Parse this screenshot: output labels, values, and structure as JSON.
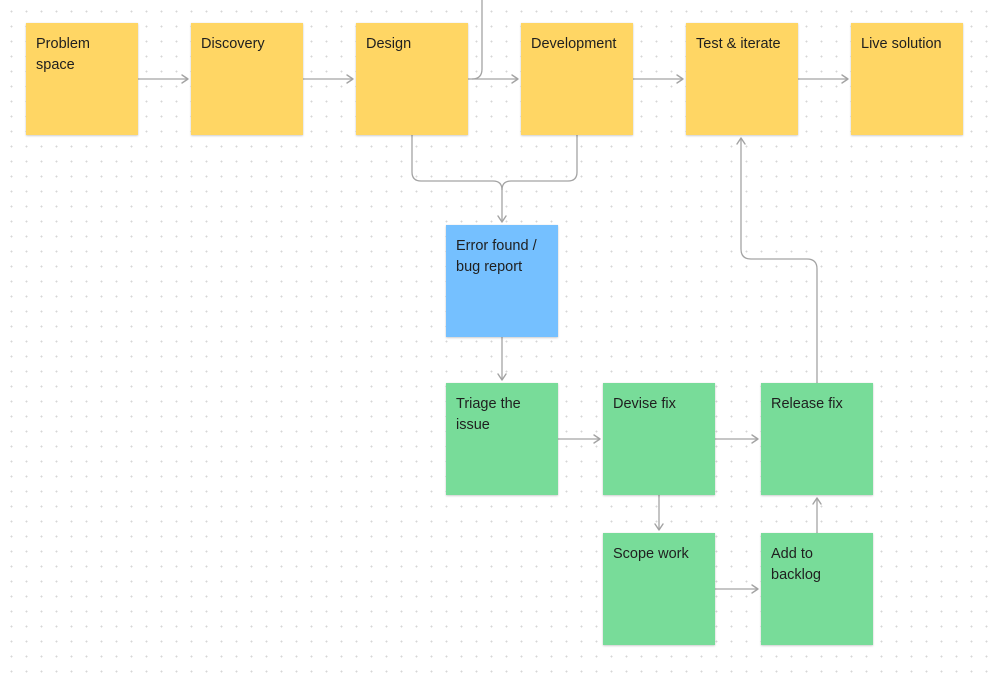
{
  "colors": {
    "yellow": "#ffd664",
    "blue": "#75c0ff",
    "green": "#78dc99",
    "connector": "#a3a3a3"
  },
  "notes": [
    {
      "id": "problem-space",
      "text": "Problem\nspace",
      "color": "yellow"
    },
    {
      "id": "discovery",
      "text": "Discovery",
      "color": "yellow"
    },
    {
      "id": "design",
      "text": "Design",
      "color": "yellow"
    },
    {
      "id": "development",
      "text": "Development",
      "color": "yellow"
    },
    {
      "id": "test-iterate",
      "text": "Test & iterate",
      "color": "yellow"
    },
    {
      "id": "live-solution",
      "text": "Live solution",
      "color": "yellow"
    },
    {
      "id": "error-found",
      "text": "Error found /\nbug report",
      "color": "blue"
    },
    {
      "id": "triage",
      "text": "Triage the\nissue",
      "color": "green"
    },
    {
      "id": "devise-fix",
      "text": "Devise fix",
      "color": "green"
    },
    {
      "id": "release-fix",
      "text": "Release fix",
      "color": "green"
    },
    {
      "id": "scope-work",
      "text": "Scope work",
      "color": "green"
    },
    {
      "id": "add-backlog",
      "text": "Add to\nbacklog",
      "color": "green"
    }
  ],
  "connections": [
    {
      "from": "problem-space",
      "to": "discovery"
    },
    {
      "from": "discovery",
      "to": "design"
    },
    {
      "from": "design",
      "to": "development"
    },
    {
      "from": "development",
      "to": "test-iterate"
    },
    {
      "from": "test-iterate",
      "to": "live-solution"
    },
    {
      "from": "design",
      "to": "error-found"
    },
    {
      "from": "development",
      "to": "error-found"
    },
    {
      "from": "error-found",
      "to": "triage"
    },
    {
      "from": "triage",
      "to": "devise-fix"
    },
    {
      "from": "devise-fix",
      "to": "release-fix"
    },
    {
      "from": "devise-fix",
      "to": "scope-work"
    },
    {
      "from": "scope-work",
      "to": "add-backlog"
    },
    {
      "from": "add-backlog",
      "to": "release-fix"
    },
    {
      "from": "release-fix",
      "to": "test-iterate"
    },
    {
      "from": "off-canvas",
      "to": "development"
    }
  ]
}
